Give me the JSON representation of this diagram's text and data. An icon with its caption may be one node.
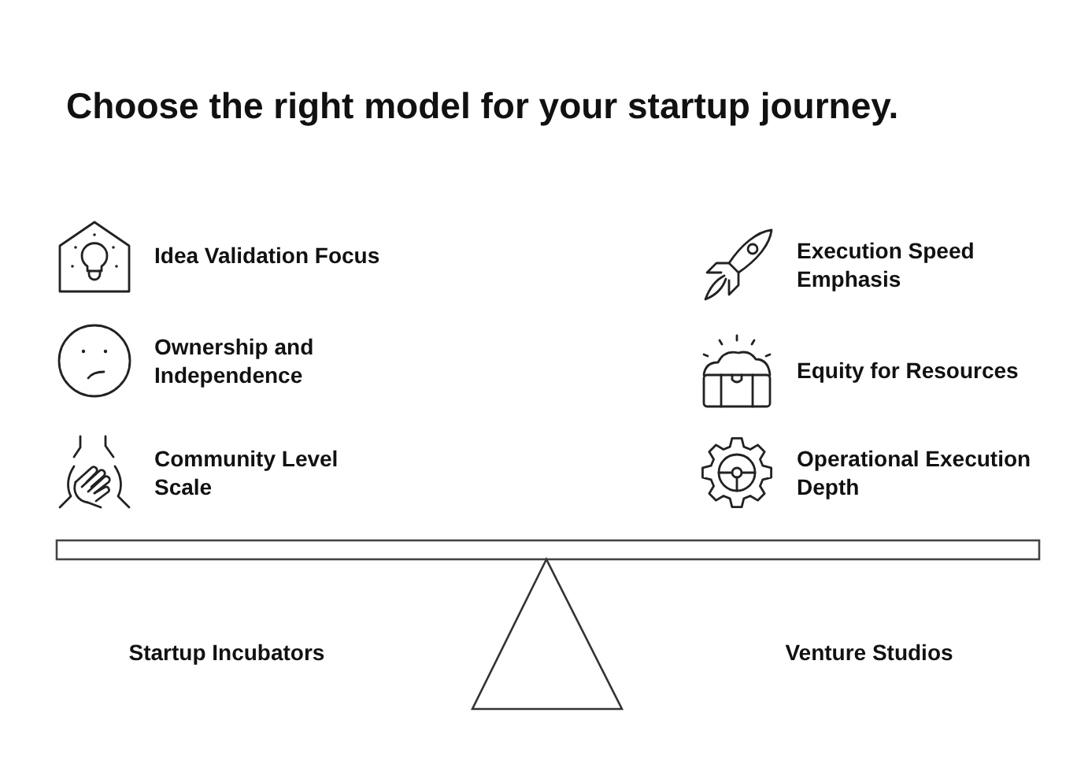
{
  "diagram": {
    "title": "Choose the right model for your startup journey.",
    "labels": [
      "Idea Validation Focus",
      "Execution Speed Emphasis",
      "Ownership and Independence",
      "Equity for Resources",
      "Community Level Scale",
      "Operational Execution Depth",
      "Startup Incubators",
      "Venture Studios"
    ]
  }
}
